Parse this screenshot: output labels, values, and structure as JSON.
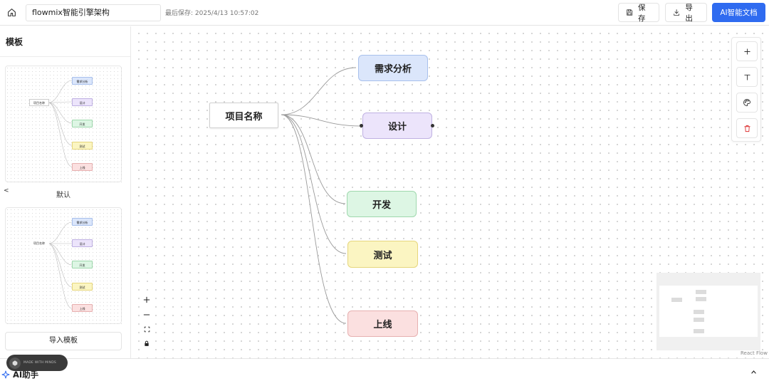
{
  "header": {
    "title_value": "flowmix智能引擎架构",
    "last_saved": "最后保存: 2025/4/13 10:57:02",
    "save_label": "保存",
    "export_label": "导出",
    "ai_doc_label": "AI智能文档"
  },
  "sidebar": {
    "title": "模板",
    "templates": [
      {
        "caption": "默认",
        "mini_root": "项目名称",
        "mini_children": [
          "需求分析",
          "设计",
          "开发",
          "测试",
          "上线"
        ]
      },
      {
        "caption": "",
        "mini_root": "项目名称",
        "mini_children": [
          "需求分析",
          "设计",
          "开发",
          "测试",
          "上线"
        ]
      }
    ],
    "collapse_glyph": "<",
    "import_label": "导入模板"
  },
  "canvas": {
    "root": "项目名称",
    "children": [
      "需求分析",
      "设计",
      "开发",
      "测试",
      "上线"
    ],
    "attribution": "React Flow"
  },
  "bottombar": {
    "ai_assistant_label": "AI助手",
    "badge_text": "MADE WITH MINDS"
  },
  "colors": {
    "accent": "#2f6bf0",
    "node_blue": "#dbe6fb",
    "node_purple": "#ece4fb",
    "node_green": "#ddf6e4",
    "node_yellow": "#fbf5c2",
    "node_red": "#fbe0e0"
  }
}
